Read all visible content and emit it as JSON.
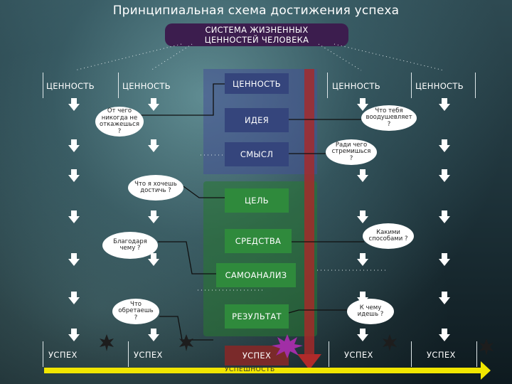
{
  "title": "Принципиальная схема достижения успеха",
  "system_box": "СИСТЕМА ЖИЗНЕННЫХ ЦЕННОСТЕЙ ЧЕЛОВЕКА",
  "value_label": "ЦЕННОСТЬ",
  "success_label": "УСПЕХ",
  "center_steps": [
    "ЦЕННОСТЬ",
    "ИДЕЯ",
    "СМЫСЛ",
    "ЦЕЛЬ",
    "СРЕДСТВА",
    "САМОАНАЛИЗ",
    "РЕЗУЛЬТАТ",
    "УСПЕХ"
  ],
  "questions": {
    "q1": "От чего никогда не откажешься ?",
    "q2": "Что я хочешь достичь ?",
    "q3": "Благодаря чему ?",
    "q4": "Что обретаешь ?",
    "q5": "Что тебя воодушевляет ?",
    "q6": "Ради чего стремишься ?",
    "q7": "Какими способами ?",
    "q8": "К чему идешь ?"
  },
  "bottom_bar": "УСПЕШНОСТЬ",
  "colors": {
    "system": "#3c1d4e",
    "idea_blue": "#35457c",
    "goal_green": "#2f8a3c",
    "success_red": "#7a2a2a",
    "accent_yellow": "#f1e600",
    "star_magenta": "#a12ea6"
  }
}
